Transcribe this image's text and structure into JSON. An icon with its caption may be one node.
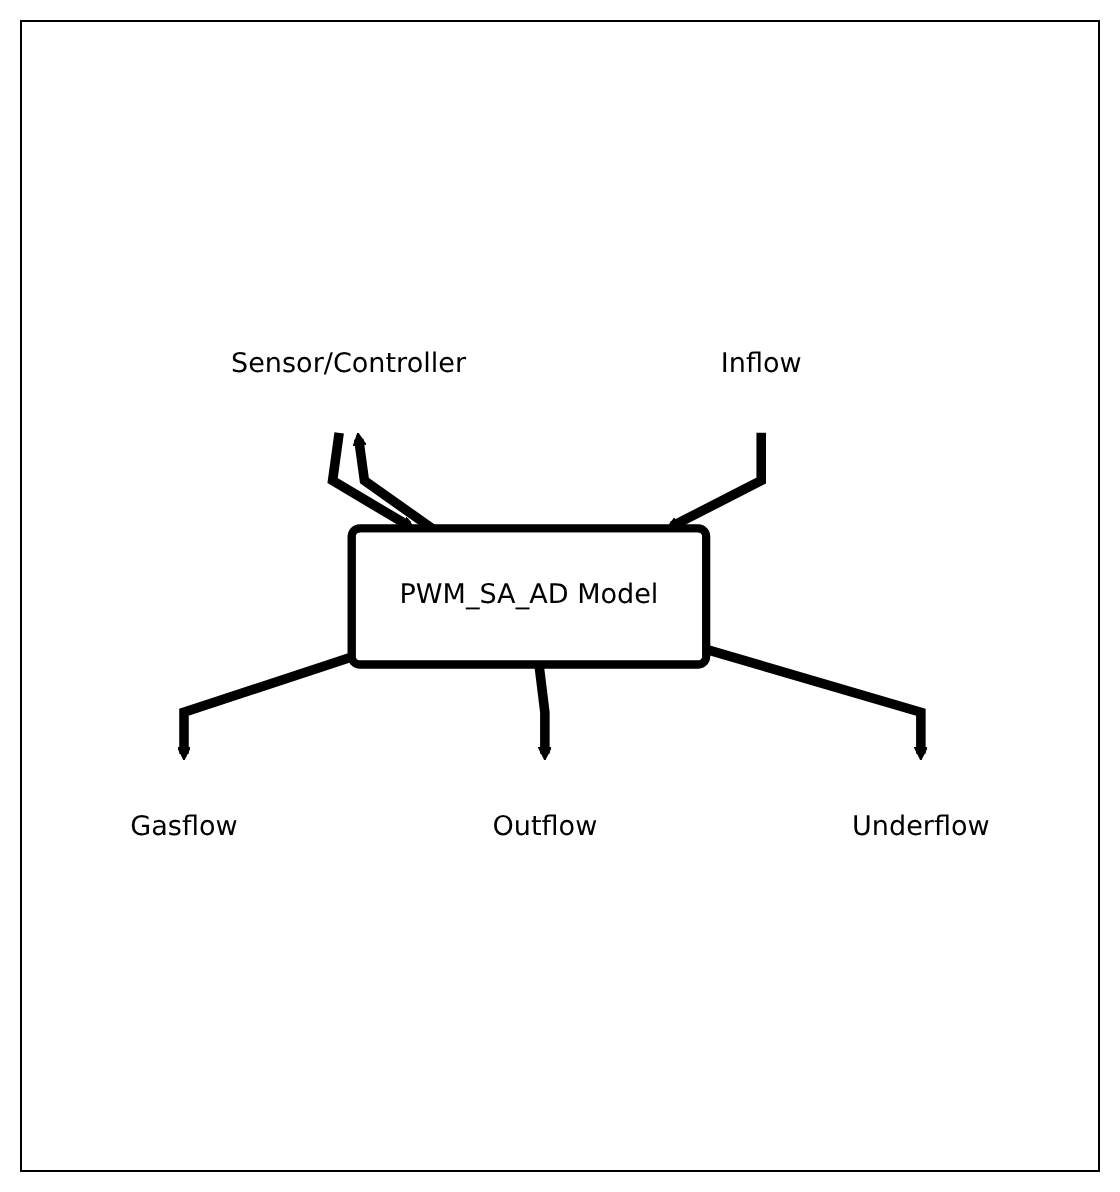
{
  "diagram": {
    "nodes": [
      {
        "text": [
          "Sensor/Controller"
        ]
      },
      {
        "text": [
          "Gasflow"
        ]
      },
      {
        "text": [
          "Inflow"
        ]
      },
      {
        "text": [
          "PWM_SA_AD Model"
        ]
      },
      {
        "text": [
          "Outflow"
        ]
      },
      {
        "text": [
          "Underflow"
        ]
      }
    ],
    "edges": [
      {
        "from": 0,
        "to": 3,
        "arrow": "to"
      },
      {
        "from": 3,
        "to": 0,
        "arrow": "to"
      },
      {
        "from": 3,
        "to": 1,
        "arrow": "to"
      },
      {
        "from": 2,
        "to": 3,
        "arrow": "to"
      },
      {
        "from": 3,
        "to": 4,
        "arrow": "to"
      },
      {
        "from": 3,
        "to": 5,
        "arrow": "to"
      }
    ]
  }
}
